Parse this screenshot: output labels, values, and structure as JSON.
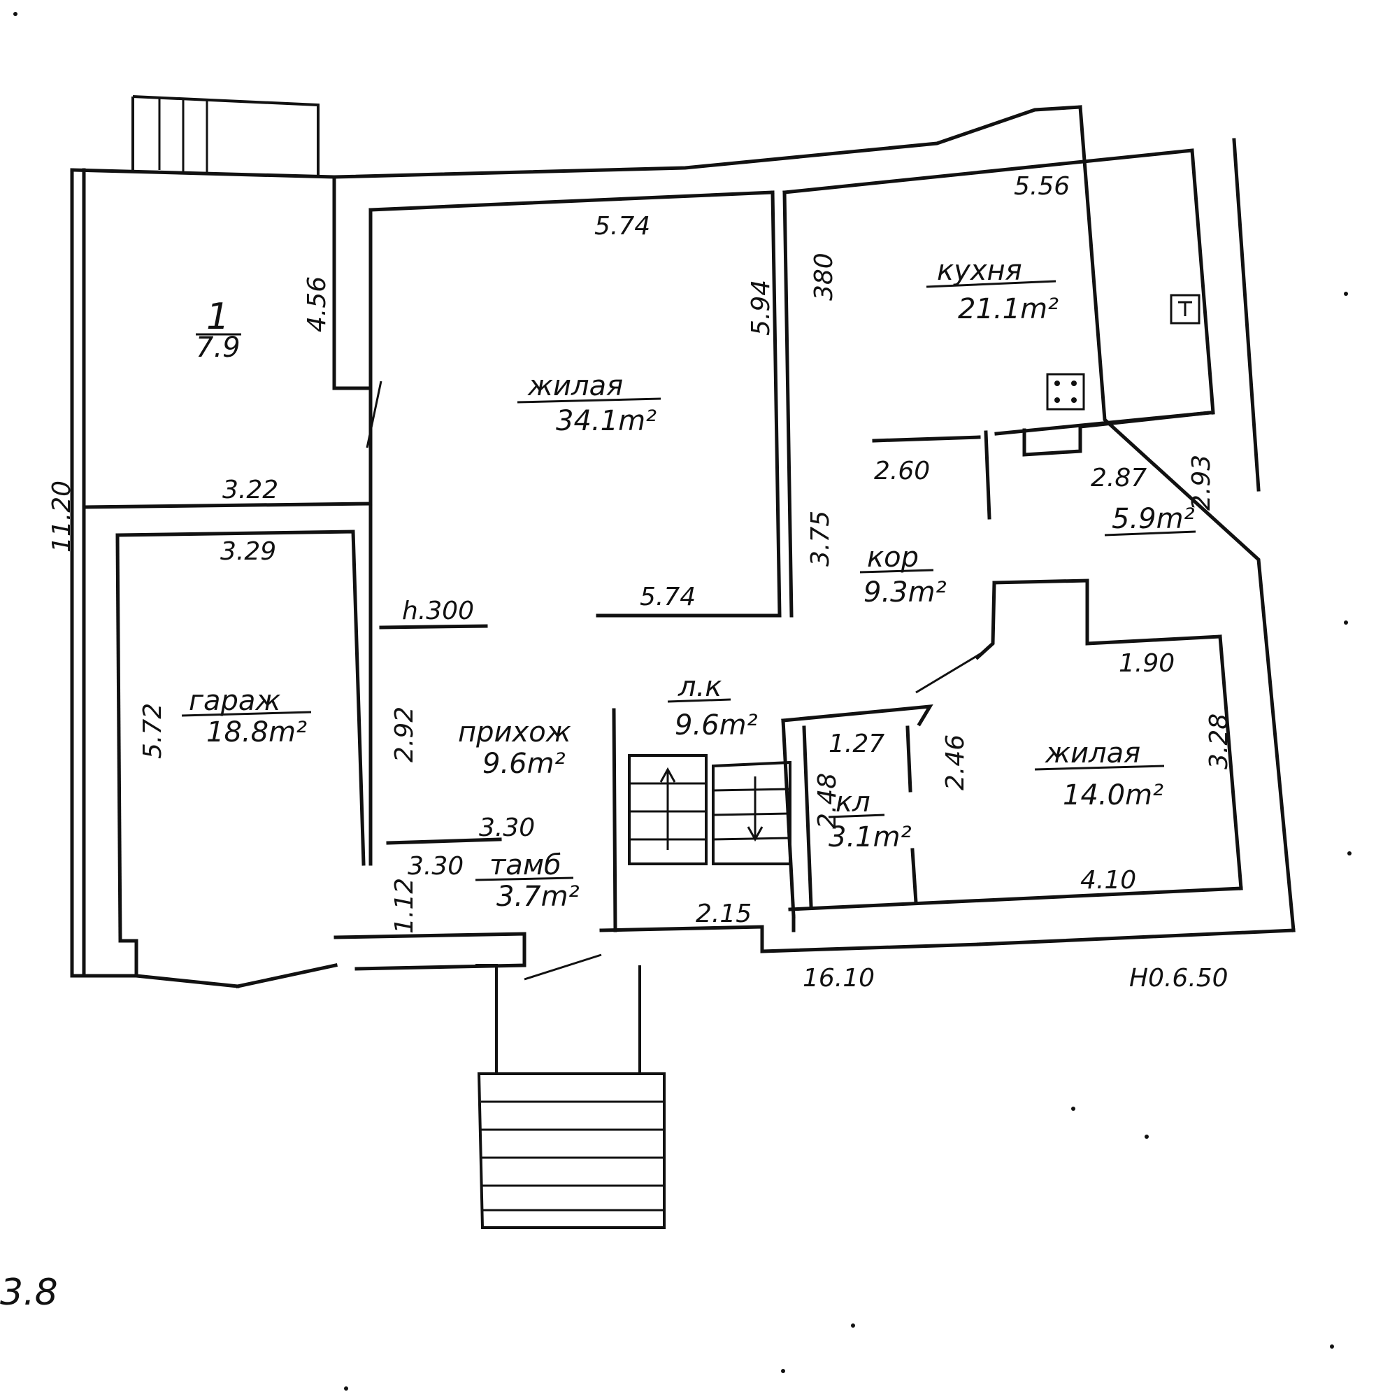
{
  "rooms": {
    "room1": {
      "name": "1",
      "area": "7.9"
    },
    "living_main": {
      "name": "жилая",
      "area": "34.1m²"
    },
    "kitchen": {
      "name": "кухня",
      "area": "21.1m²"
    },
    "corridor": {
      "name": "кор",
      "area": "9.3m²"
    },
    "small_corridor": {
      "area": "5.9m²"
    },
    "stair": {
      "name": "л.к",
      "area": "9.6m²"
    },
    "garage": {
      "name": "гараж",
      "area": "18.8m²"
    },
    "hall": {
      "name": "прихож",
      "area": "9.6m²"
    },
    "vestibule": {
      "name": "тамб",
      "area": "3.7m²"
    },
    "pantry": {
      "name": "кл",
      "area": "3.1m²"
    },
    "living_small": {
      "name": "жилая",
      "area": "14.0m²"
    }
  },
  "dimensions": {
    "d_574_top": "5.74",
    "d_594": "5.94",
    "d_380": "380",
    "d_556": "5.56",
    "d_456": "4.56",
    "d_1120": "11.20",
    "d_322": "3.22",
    "d_329": "3.29",
    "d_260": "2.60",
    "d_287": "2.87",
    "d_293": "2.93",
    "d_375": "3.75",
    "d_h300": "h.300",
    "d_574_bot": "5.74",
    "d_572": "5.72",
    "d_292": "2.92",
    "d_190": "1.90",
    "d_328": "3.28",
    "d_127": "1.27",
    "d_246": "2.46",
    "d_248": "2.48",
    "d_330_a": "3.30",
    "d_330_b": "3.30",
    "d_112": "1.12",
    "d_215": "2.15",
    "d_410": "4.10",
    "d_1610": "16.10",
    "d_h650": "H0.6.50"
  },
  "corner_note": "3.8"
}
